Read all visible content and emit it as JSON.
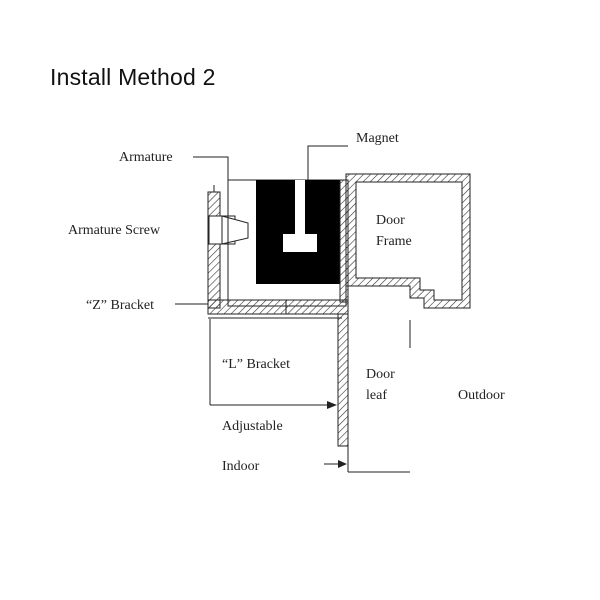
{
  "title": "Install Method 2",
  "labels": {
    "armature": "Armature",
    "magnet": "Magnet",
    "armature_screw": "Armature Screw",
    "door_frame_1": "Door",
    "door_frame_2": "Frame",
    "z_bracket": "“Z” Bracket",
    "l_bracket": "“L” Bracket",
    "door_leaf_1": "Door",
    "door_leaf_2": "leaf",
    "outdoor": "Outdoor",
    "adjustable": "Adjustable",
    "indoor": "Indoor"
  },
  "colors": {
    "ink": "#222222",
    "fill": "#000000",
    "background": "#ffffff"
  }
}
